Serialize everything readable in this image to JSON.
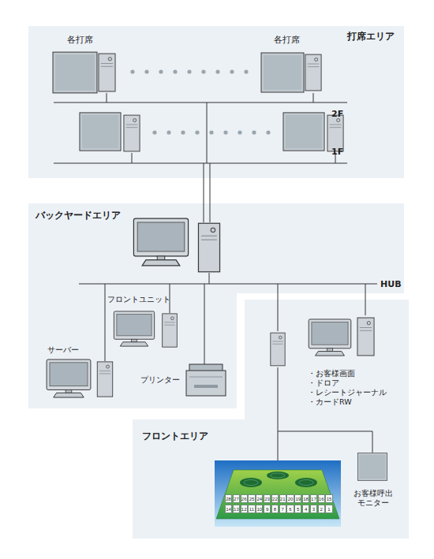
{
  "diagram": {
    "nodes": [
      {
        "text": [
          "打席エリア"
        ]
      },
      {
        "text": [
          "各打席"
        ],
        "in": 0
      },
      {
        "text": [
          "各打席"
        ],
        "in": 0
      },
      {
        "text": [
          "バックヤードエリア"
        ]
      },
      {
        "text": [
          "フロントユニット"
        ],
        "in": 3
      },
      {
        "text": [
          "サーバー"
        ],
        "in": 3
      },
      {
        "text": [
          "プリンター"
        ],
        "in": 3
      },
      {
        "text": [
          "フロントエリア"
        ]
      },
      {
        "text": [
          "・お客様画面",
          "・ドロア",
          "・レシートジャーナル",
          "・カードRW"
        ],
        "in": 7
      },
      {
        "text": [
          "お客様呼出 モニター"
        ],
        "in": 7
      }
    ],
    "labels": [
      "2F",
      "1F",
      "HUB",
      "28",
      "27",
      "26",
      "25",
      "24",
      "23",
      "22",
      "21",
      "20",
      "19",
      "18",
      "17",
      "16",
      "15",
      "14",
      "13",
      "12",
      "11",
      "10",
      "9",
      "8",
      "7",
      "6",
      "5",
      "4",
      "3",
      "2",
      "1"
    ]
  }
}
